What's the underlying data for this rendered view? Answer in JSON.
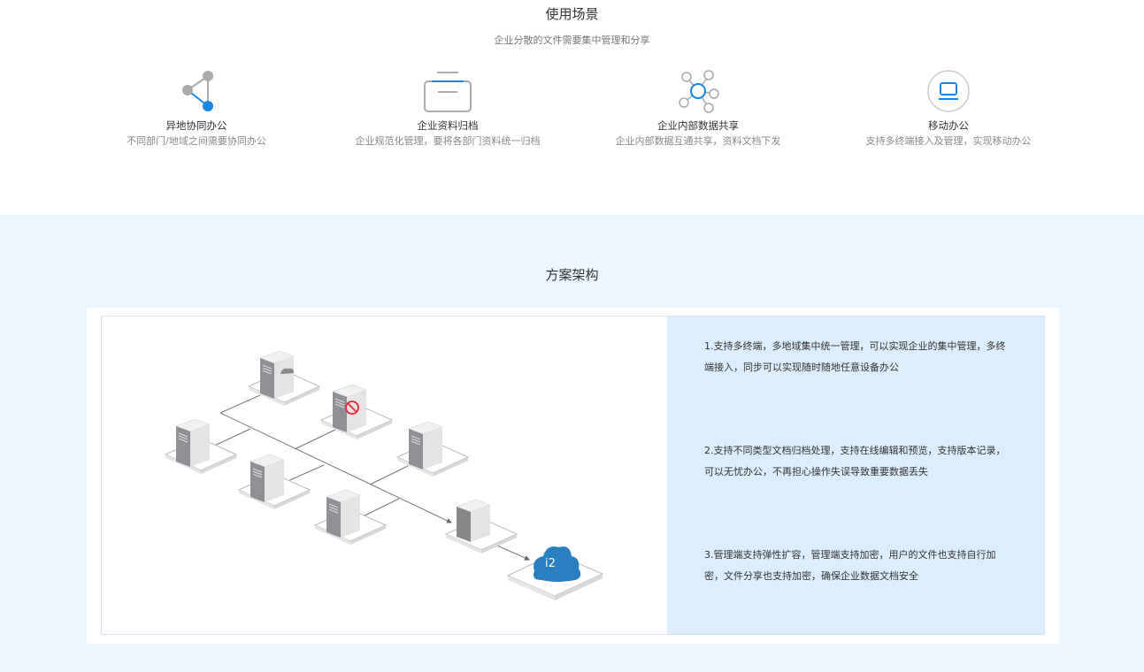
{
  "scenes": {
    "title": "使用场景",
    "subtitle": "企业分散的文件需要集中管理和分享",
    "items": [
      {
        "icon": "network-triangle-icon",
        "title": "异地协同办公",
        "desc": "不同部门/地域之间需要协同办公"
      },
      {
        "icon": "archive-box-icon",
        "title": "企业资料归档",
        "desc": "企业规范化管理，要将各部门资料统一归档"
      },
      {
        "icon": "share-hub-icon",
        "title": "企业内部数据共享",
        "desc": "企业内部数据互通共享，资料文档下发"
      },
      {
        "icon": "laptop-circle-icon",
        "title": "移动办公",
        "desc": "支持多终端接入及管理，实现移动办公"
      }
    ]
  },
  "architecture": {
    "title": "方案架构",
    "cloud_label": "i2",
    "points": [
      "1.支持多终端，多地域集中统一管理，可以实现企业的集中管理，多终端接入，同步可以实现随时随地任意设备办公",
      "2.支持不同类型文档归档处理，支持在线编辑和预览，支持版本记录，可以无忧办公，不再担心操作失误导致重要数据丢失",
      "3.管理端支持弹性扩容，管理端支持加密，用户的文件也支持自行加密，文件分享也支持加密，确保企业数据文档安全"
    ]
  },
  "colors": {
    "accent": "#1a86e0",
    "section_bg": "#eaf5fd",
    "text_panel_bg": "#dcedfb",
    "cloud": "#2a7fc0"
  }
}
